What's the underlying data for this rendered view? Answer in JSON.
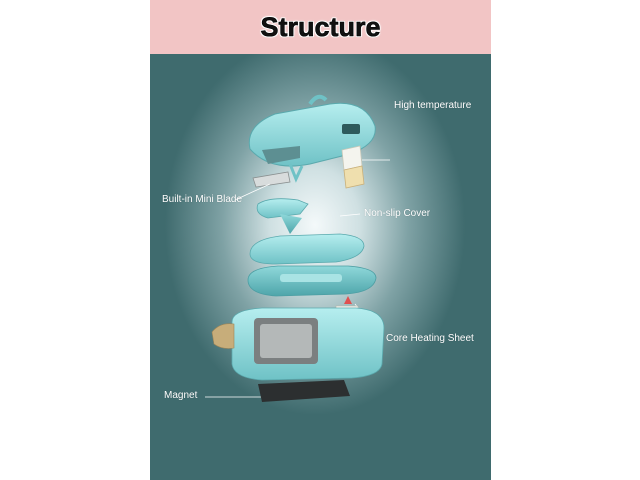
{
  "header": {
    "title": "Structure"
  },
  "labels": {
    "high_temperature": "High temperature",
    "mini_blade": "Built-in Mini Blade",
    "non_slip_cover": "Non-slip Cover",
    "core_heating_sheet": "Core Heating Sheet",
    "magnet": "Magnet"
  },
  "colors": {
    "header_bg": "#f2c5c5",
    "panel_bg": "#3f6b6e",
    "device_teal": "#8ed6d8",
    "label_text": "#ffffff"
  }
}
